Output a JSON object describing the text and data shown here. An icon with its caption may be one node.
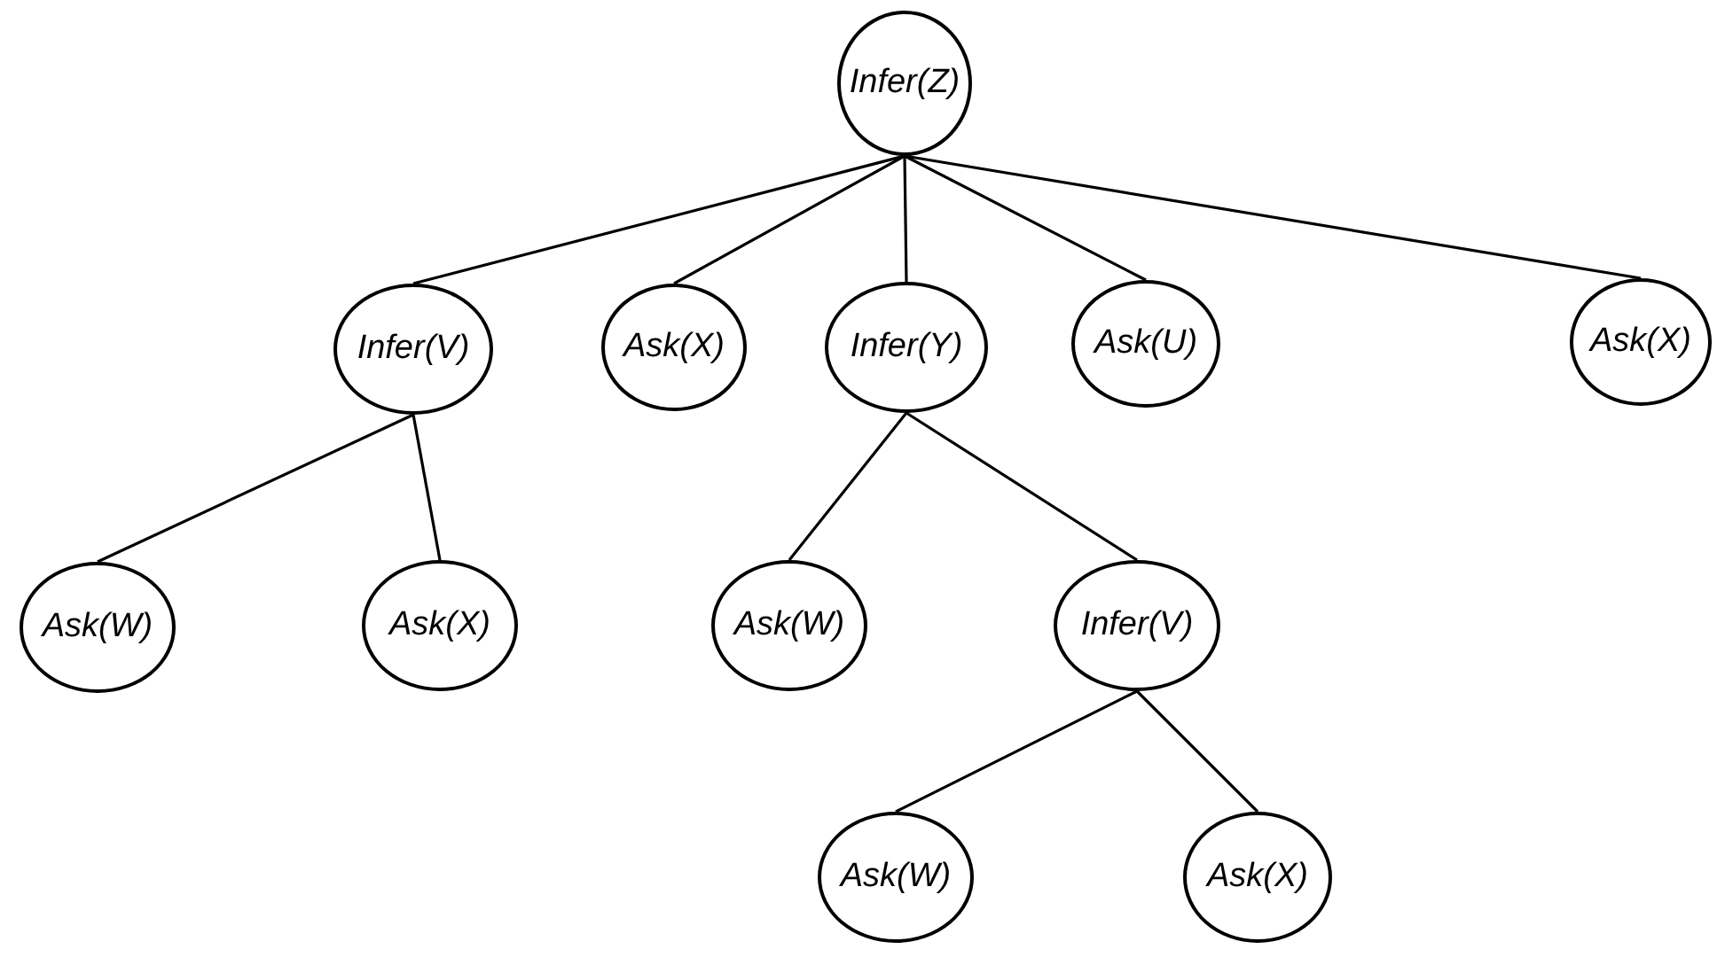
{
  "diagram": {
    "nodes": [
      {
        "text": [
          "Infer(Z)"
        ]
      },
      {
        "text": [
          "Infer(V)"
        ]
      },
      {
        "text": [
          "Ask(X)"
        ]
      },
      {
        "text": [
          "Infer(Y)"
        ]
      },
      {
        "text": [
          "Ask(U)"
        ]
      },
      {
        "text": [
          "Ask(X)"
        ]
      },
      {
        "text": [
          "Ask(W)"
        ]
      },
      {
        "text": [
          "Ask(X)"
        ]
      },
      {
        "text": [
          "Ask(W)"
        ]
      },
      {
        "text": [
          "Infer(V)"
        ]
      },
      {
        "text": [
          "Ask(W)"
        ]
      },
      {
        "text": [
          "Ask(X)"
        ]
      }
    ],
    "edges": [
      {
        "from": 0,
        "to": 1,
        "arrow": "none"
      },
      {
        "from": 0,
        "to": 2,
        "arrow": "none"
      },
      {
        "from": 0,
        "to": 3,
        "arrow": "none"
      },
      {
        "from": 0,
        "to": 4,
        "arrow": "none"
      },
      {
        "from": 0,
        "to": 5,
        "arrow": "none"
      },
      {
        "from": 1,
        "to": 6,
        "arrow": "none"
      },
      {
        "from": 1,
        "to": 7,
        "arrow": "none"
      },
      {
        "from": 3,
        "to": 8,
        "arrow": "none"
      },
      {
        "from": 3,
        "to": 9,
        "arrow": "none"
      },
      {
        "from": 9,
        "to": 10,
        "arrow": "none"
      },
      {
        "from": 9,
        "to": 11,
        "arrow": "none"
      }
    ]
  }
}
